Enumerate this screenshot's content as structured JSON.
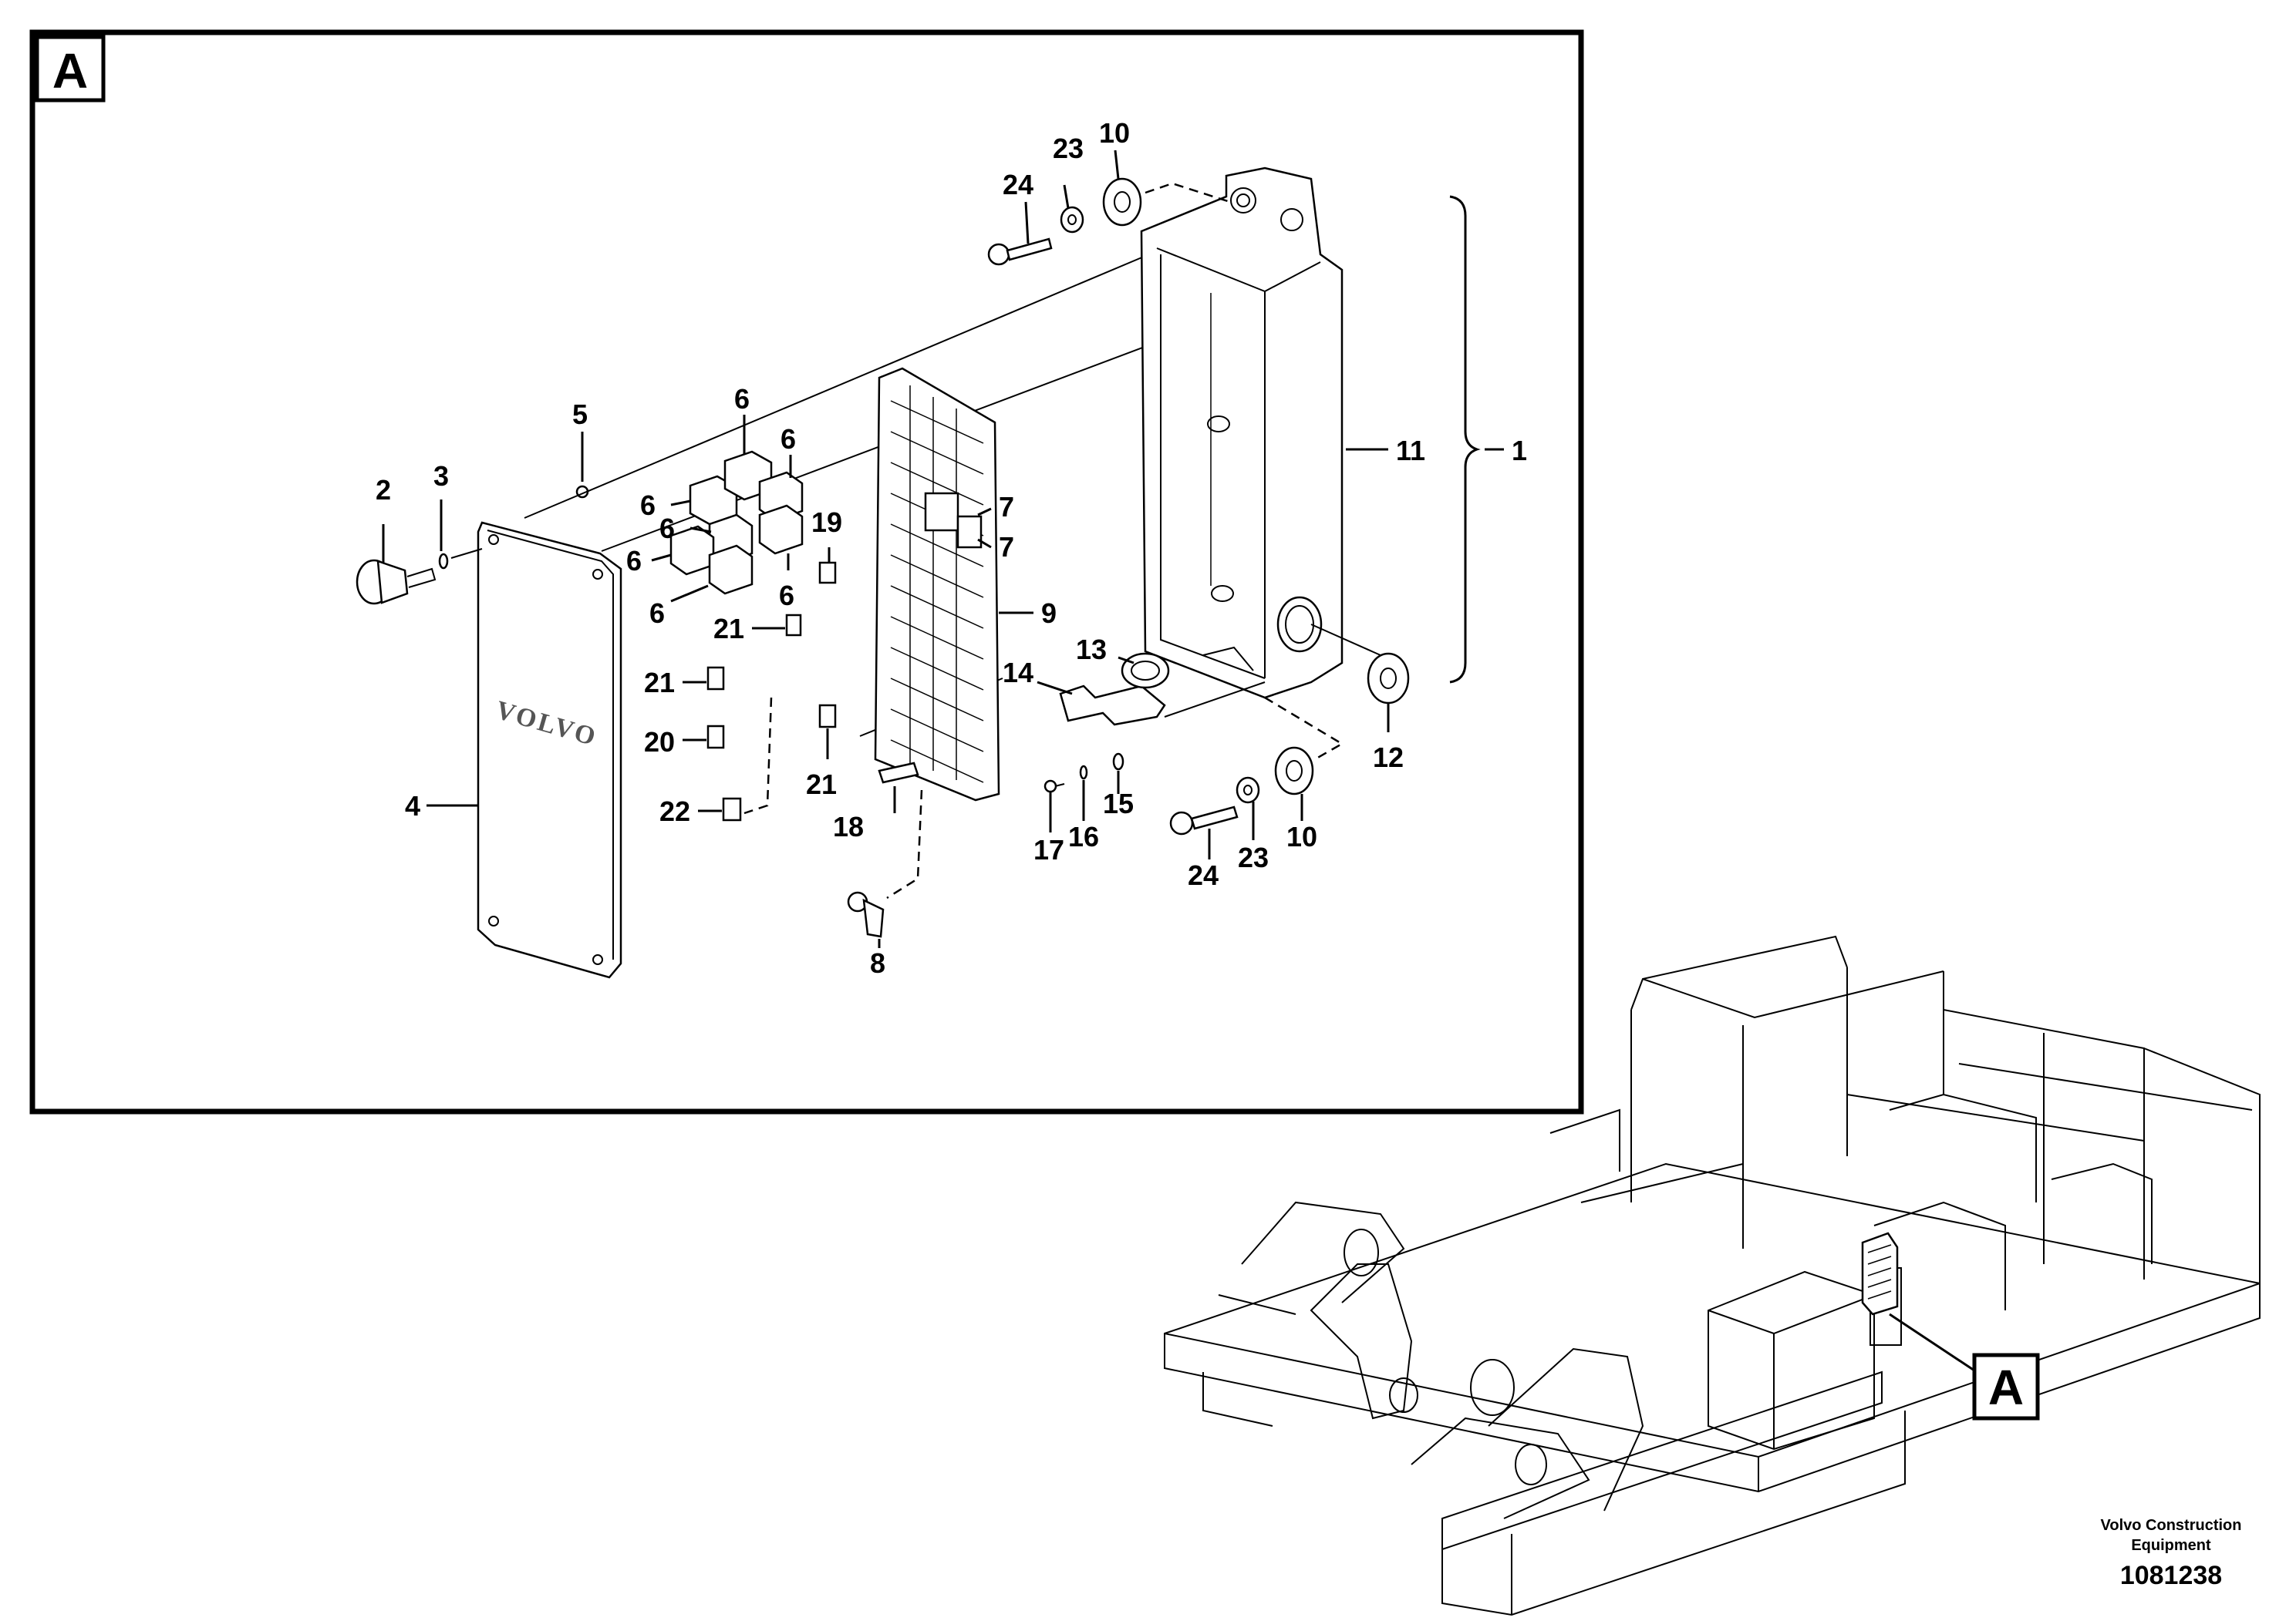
{
  "detail_marker": {
    "label": "A"
  },
  "callouts": {
    "c1": "1",
    "c2": "2",
    "c3": "3",
    "c4": "4",
    "c5": "5",
    "c6a": "6",
    "c6b": "6",
    "c6c": "6",
    "c6d": "6",
    "c6e": "6",
    "c6f": "6",
    "c6g": "6",
    "c7a": "7",
    "c7b": "7",
    "c8": "8",
    "c9": "9",
    "c10a": "10",
    "c10b": "10",
    "c11": "11",
    "c12": "12",
    "c13": "13",
    "c14": "14",
    "c15": "15",
    "c16": "16",
    "c17": "17",
    "c18": "18",
    "c19": "19",
    "c20": "20",
    "c21a": "21",
    "c21b": "21",
    "c21c": "21",
    "c22": "22",
    "c23a": "23",
    "c23b": "23",
    "c24a": "24",
    "c24b": "24"
  },
  "cover": {
    "brand": "VOLVO"
  },
  "footer": {
    "line1": "Volvo Construction",
    "line2": "Equipment",
    "number": "1081238"
  }
}
